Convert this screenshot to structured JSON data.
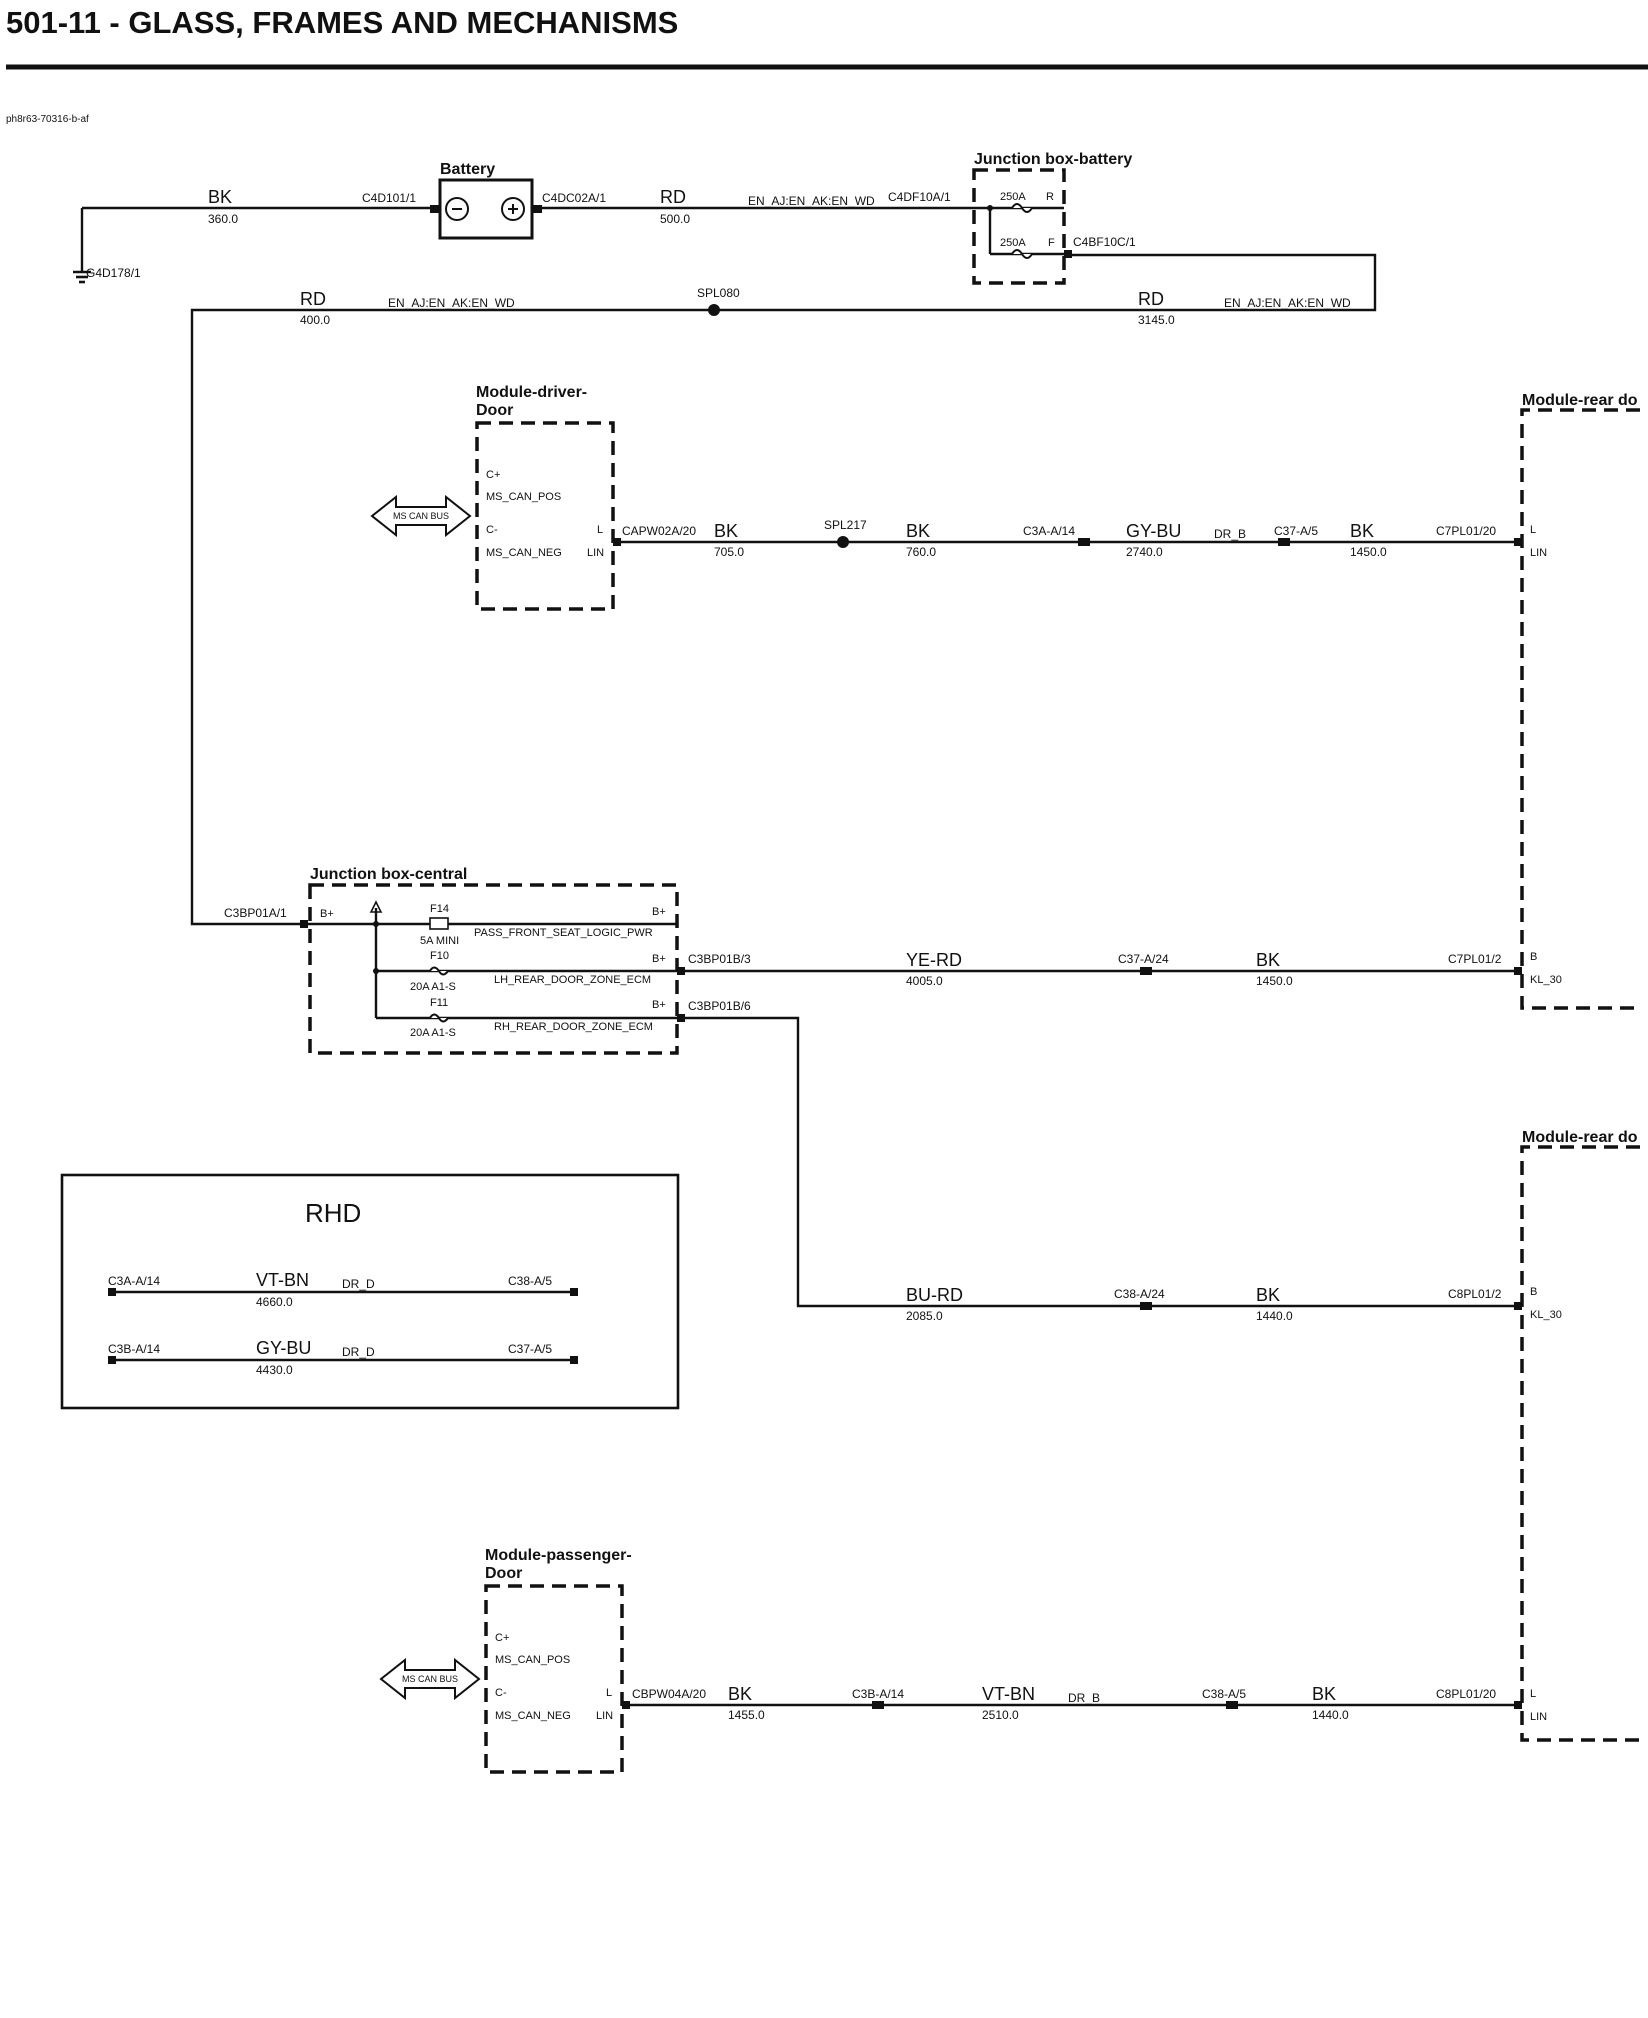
{
  "title": "501-11 - GLASS, FRAMES AND MECHANISMS",
  "doc_id": "ph8r63-70316-b-af",
  "blocks": {
    "battery": "Battery",
    "jb_battery": "Junction box-battery",
    "mod_driver_1": "Module-driver-",
    "mod_driver_2": "Door",
    "mod_rear_1": "Module-rear do",
    "mod_rear_2": "Module-rear do",
    "jb_central": "Junction box-central",
    "mod_pass_1": "Module-passenger-",
    "mod_pass_2": "Door",
    "rhd": "RHD"
  },
  "connectors": {
    "c4d101": "C4D101/1",
    "c4dc02a": "C4DC02A/1",
    "c4df10a": "C4DF10A/1",
    "c4bf10c": "C4BF10C/1",
    "g4d178": "G4D178/1",
    "spl080": "SPL080",
    "capw02a": "CAPW02A/20",
    "spl217": "SPL217",
    "c3a_a14": "C3A-A/14",
    "c37_a5": "C37-A/5",
    "c7pl01_20": "C7PL01/20",
    "c3bp01a": "C3BP01A/1",
    "c3bp01b3": "C3BP01B/3",
    "c3bp01b6": "C3BP01B/6",
    "c37_a24": "C37-A/24",
    "c7pl01_2": "C7PL01/2",
    "c38_a24": "C38-A/24",
    "c8pl01_2": "C8PL01/2",
    "cbpw04a": "CBPW04A/20",
    "c3b_a14": "C3B-A/14",
    "c38_a5": "C38-A/5",
    "c8pl01_20": "C8PL01/20",
    "rhd_c3a": "C3A-A/14",
    "rhd_c38": "C38-A/5",
    "rhd_c3b": "C3B-A/14",
    "rhd_c37": "C37-A/5"
  },
  "wires": {
    "w1": {
      "color": "BK",
      "size": "360.0"
    },
    "w2": {
      "color": "RD",
      "size": "500.0",
      "tag": "EN_AJ:EN_AK:EN_WD"
    },
    "w3": {
      "color": "RD",
      "size": "400.0",
      "tag": "EN_AJ:EN_AK:EN_WD"
    },
    "w4": {
      "color": "RD",
      "size": "3145.0",
      "tag": "EN_AJ:EN_AK:EN_WD"
    },
    "w5": {
      "color": "BK",
      "size": "705.0"
    },
    "w6": {
      "color": "BK",
      "size": "760.0"
    },
    "w7": {
      "color": "GY-BU",
      "size": "2740.0",
      "tag": "DR_B"
    },
    "w8": {
      "color": "BK",
      "size": "1450.0"
    },
    "w9": {
      "color": "YE-RD",
      "size": "4005.0"
    },
    "w10": {
      "color": "BK",
      "size": "1450.0"
    },
    "w11": {
      "color": "BU-RD",
      "size": "2085.0"
    },
    "w12": {
      "color": "BK",
      "size": "1440.0"
    },
    "w13": {
      "color": "BK",
      "size": "1455.0"
    },
    "w14": {
      "color": "VT-BN",
      "size": "2510.0",
      "tag": "DR_B"
    },
    "w15": {
      "color": "BK",
      "size": "1440.0"
    },
    "rhd1": {
      "color": "VT-BN",
      "size": "4660.0",
      "tag": "DR_D"
    },
    "rhd2": {
      "color": "GY-BU",
      "size": "4430.0",
      "tag": "DR_D"
    }
  },
  "pins": {
    "jbb_fuse1": "250A",
    "jbb_fuse1_pin": "R",
    "jbb_fuse2": "250A",
    "jbb_fuse2_pin": "F",
    "drv_cplus": "C+",
    "drv_pos": "MS_CAN_POS",
    "drv_cminus": "C-",
    "drv_neg": "MS_CAN_NEG",
    "drv_l": "L",
    "drv_lin": "LIN",
    "can_bus": "MS CAN BUS",
    "rear1_l": "L",
    "rear1_lin": "LIN",
    "rear1_b": "B",
    "rear1_kl30": "KL_30",
    "rear2_b": "B",
    "rear2_kl30": "KL_30",
    "rear2_l": "L",
    "rear2_lin": "LIN",
    "jbc_bplus_in": "B+",
    "f14": "F14",
    "f14_rating": "5A MINI",
    "f14_circuit": "PASS_FRONT_SEAT_LOGIC_PWR",
    "f14_out": "B+",
    "f10": "F10",
    "f10_rating": "20A  A1-S",
    "f10_circuit": "LH_REAR_DOOR_ZONE_ECM",
    "f10_out": "B+",
    "f11": "F11",
    "f11_rating": "20A  A1-S",
    "f11_circuit": "RH_REAR_DOOR_ZONE_ECM",
    "f11_out": "B+",
    "pass_cplus": "C+",
    "pass_pos": "MS_CAN_POS",
    "pass_cminus": "C-",
    "pass_neg": "MS_CAN_NEG",
    "pass_l": "L",
    "pass_lin": "LIN",
    "can_bus2": "MS CAN BUS"
  }
}
